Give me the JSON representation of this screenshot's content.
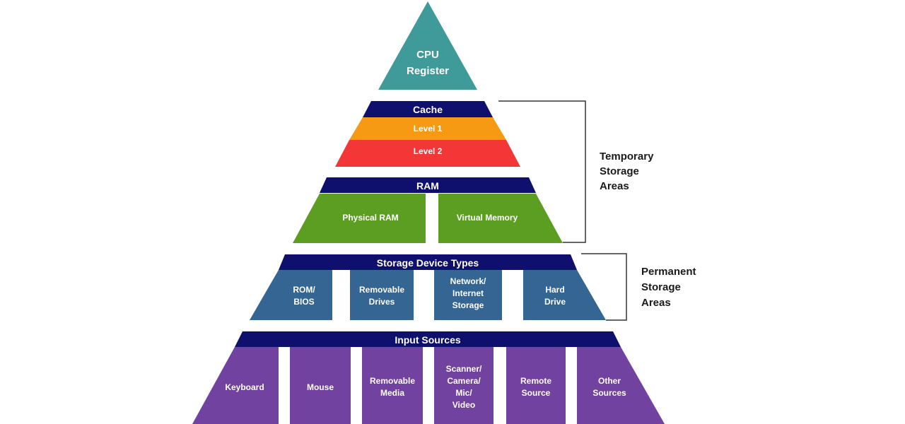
{
  "colors": {
    "teal": "#3f9a9a",
    "navy": "#0f0f6e",
    "orange": "#f59a12",
    "red": "#f33636",
    "green": "#5c9e22",
    "steel_blue": "#356593",
    "purple": "#7242a0",
    "bracket": "#333333"
  },
  "pyramid": {
    "cpu": {
      "line1": "CPU",
      "line2": "Register"
    },
    "cache": {
      "header": "Cache",
      "level1": "Level 1",
      "level2": "Level 2"
    },
    "ram": {
      "header": "RAM",
      "physical": "Physical RAM",
      "virtual": "Virtual Memory"
    },
    "storage": {
      "header": "Storage Device Types",
      "rom_l1": "ROM/",
      "rom_l2": "BIOS",
      "removable_l1": "Removable",
      "removable_l2": "Drives",
      "network_l1": "Network/",
      "network_l2": "Internet",
      "network_l3": "Storage",
      "hard_l1": "Hard",
      "hard_l2": "Drive"
    },
    "input": {
      "header": "Input Sources",
      "keyboard": "Keyboard",
      "mouse": "Mouse",
      "media_l1": "Removable",
      "media_l2": "Media",
      "scanner_l1": "Scanner/",
      "scanner_l2": "Camera/",
      "scanner_l3": "Mic/",
      "scanner_l4": "Video",
      "remote_l1": "Remote",
      "remote_l2": "Source",
      "other_l1": "Other",
      "other_l2": "Sources"
    }
  },
  "brackets": {
    "temporary": {
      "l1": "Temporary",
      "l2": "Storage",
      "l3": "Areas"
    },
    "permanent": {
      "l1": "Permanent",
      "l2": "Storage",
      "l3": "Areas"
    }
  }
}
